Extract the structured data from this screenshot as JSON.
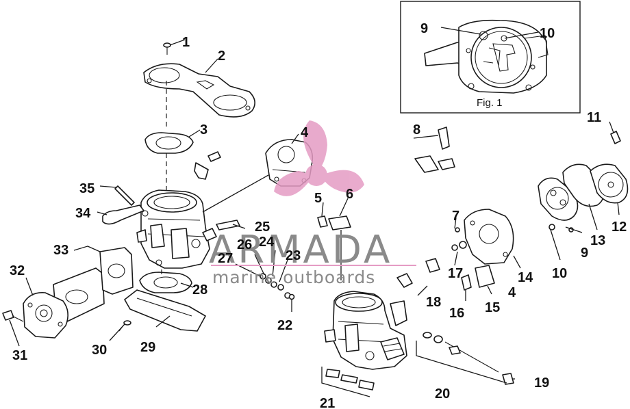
{
  "inset": {
    "caption": "Fig. 1",
    "callouts": [
      "9",
      "10"
    ]
  },
  "watermark": {
    "brand": "ARMADA",
    "tagline": "marine outboards",
    "accent_color": "#e59cc4",
    "text_color": "#8a8a8a"
  },
  "callouts": {
    "c1": "1",
    "c2": "2",
    "c3": "3",
    "c4a": "4",
    "c4b": "4",
    "c5": "5",
    "c6": "6",
    "c7": "7",
    "c8": "8",
    "c9": "9",
    "c10": "10",
    "c11": "11",
    "c12": "12",
    "c13": "13",
    "c14": "14",
    "c15": "15",
    "c16": "16",
    "c17": "17",
    "c18": "18",
    "c19": "19",
    "c20": "20",
    "c21": "21",
    "c22": "22",
    "c23": "23",
    "c24": "24",
    "c25": "25",
    "c26": "26",
    "c27": "27",
    "c28": "28",
    "c29": "29",
    "c30": "30",
    "c31": "31",
    "c32": "32",
    "c33": "33",
    "c34": "34",
    "c35": "35"
  }
}
